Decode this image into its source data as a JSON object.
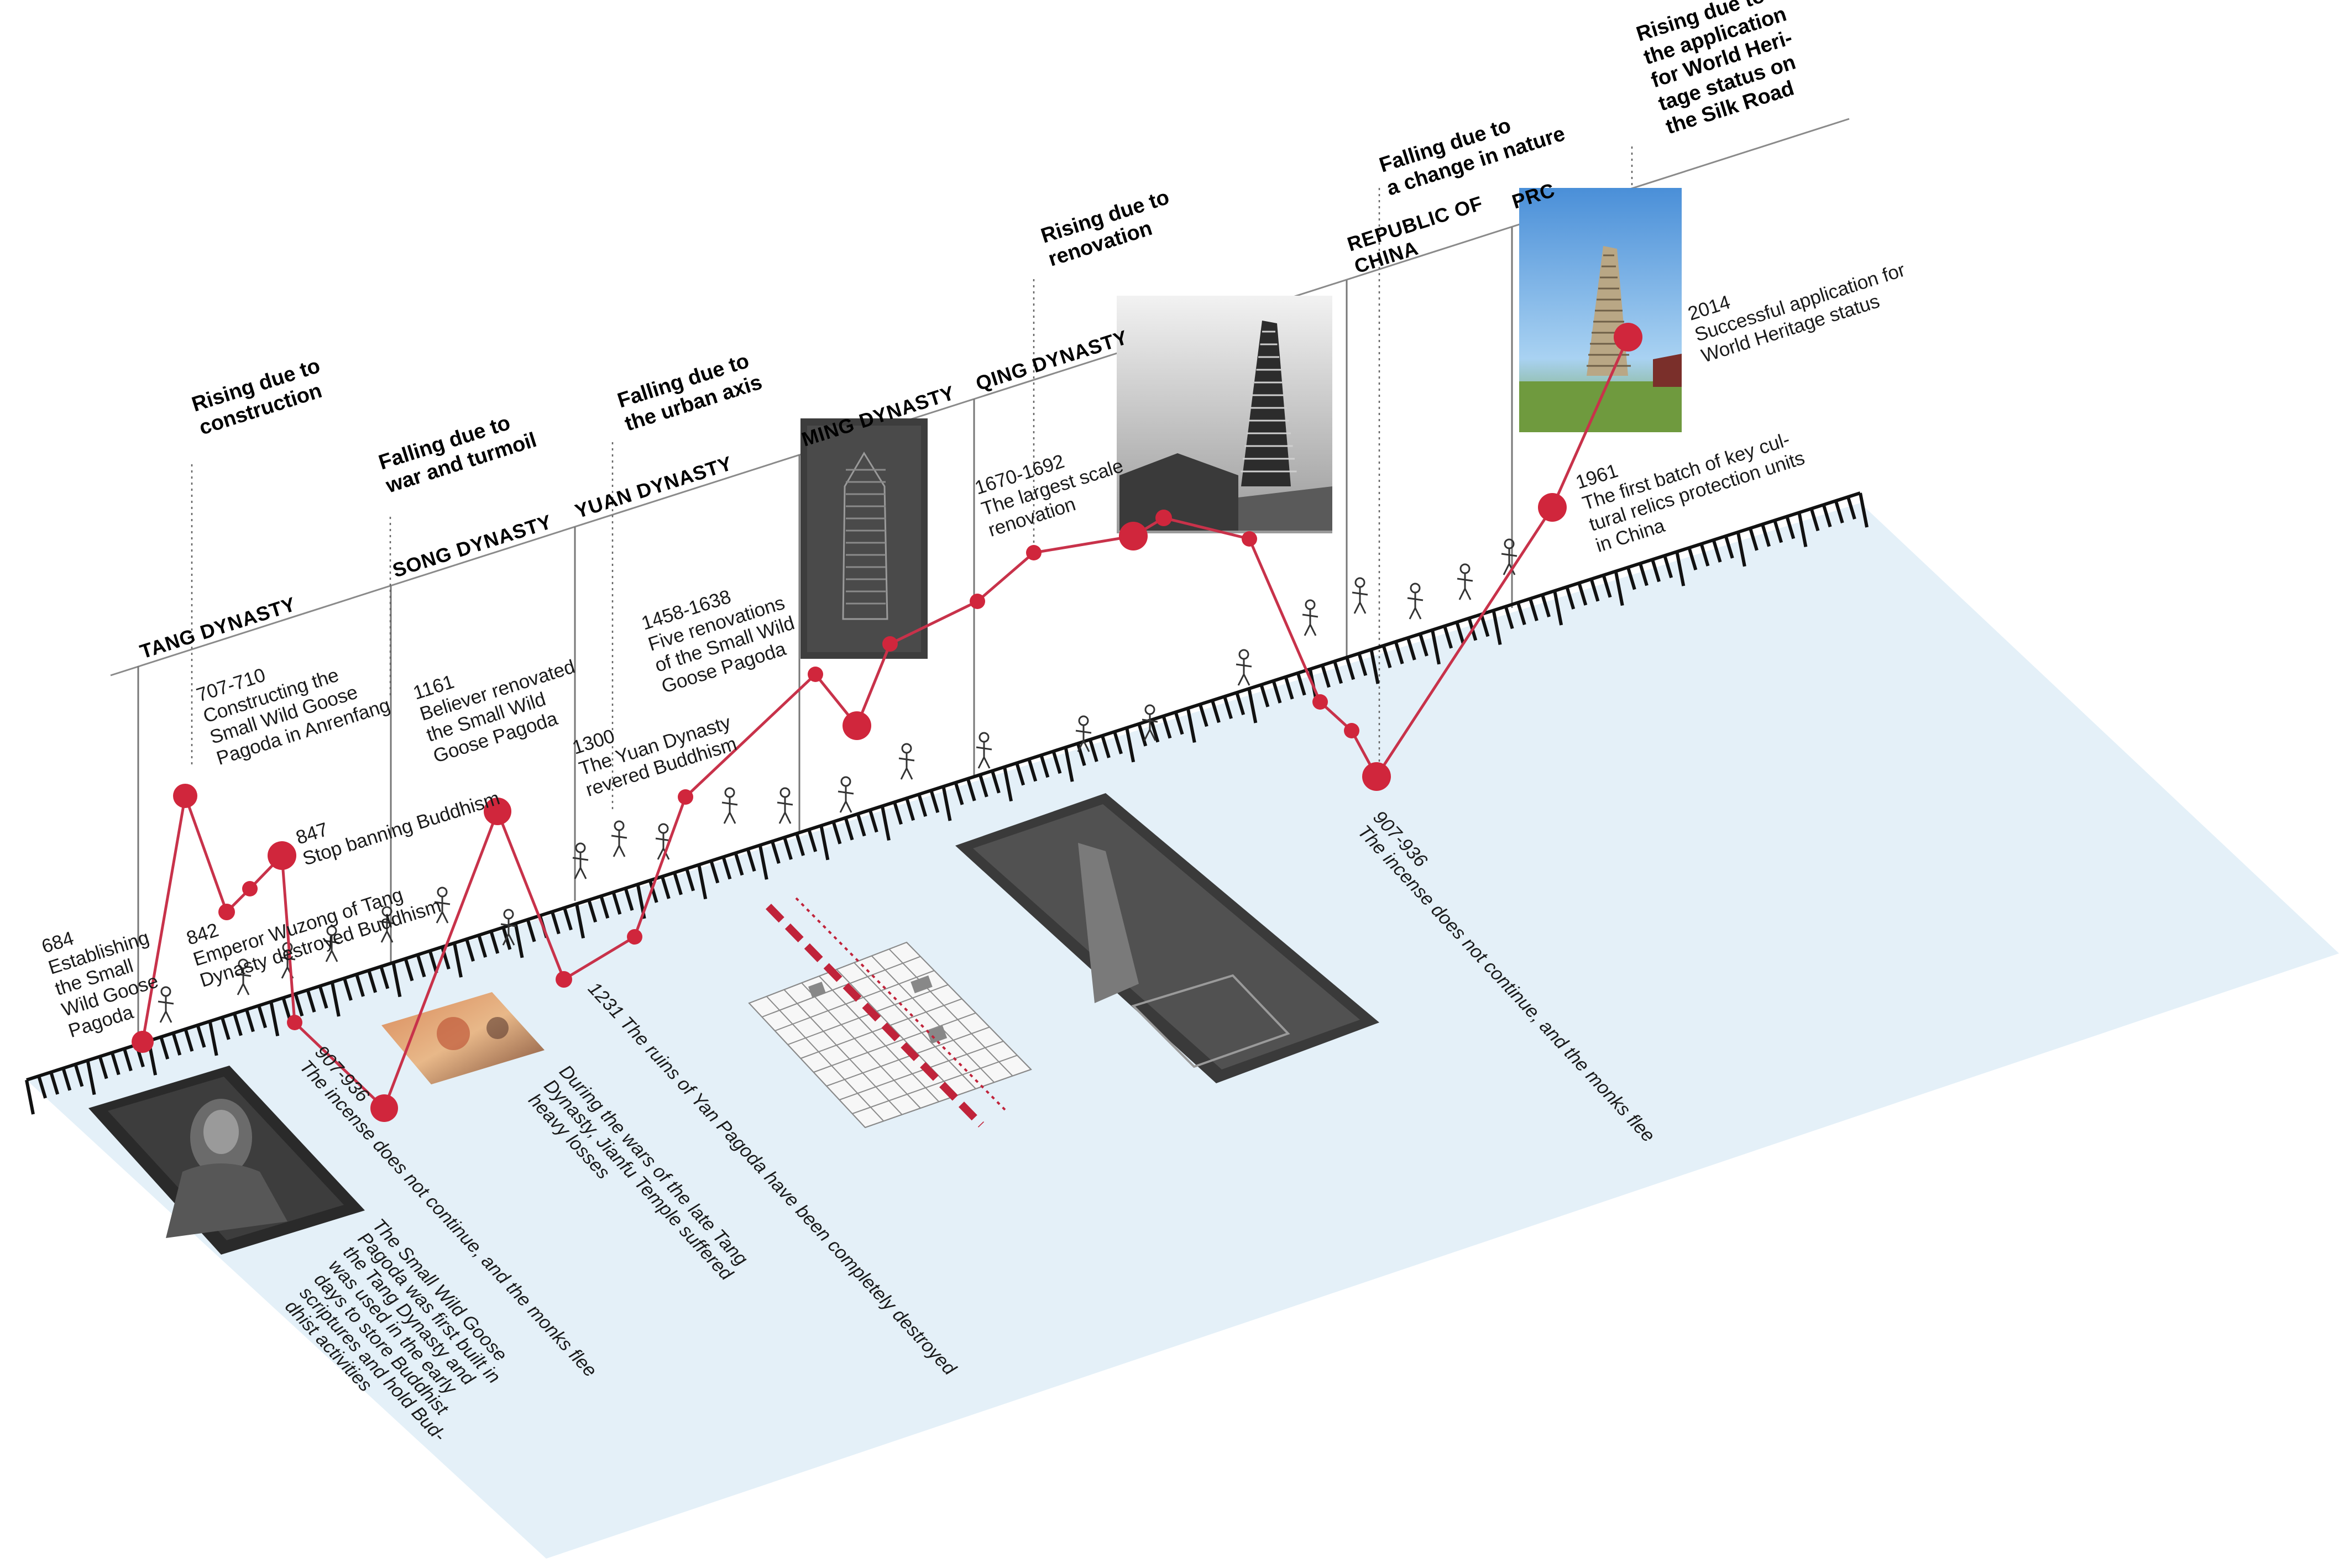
{
  "colors": {
    "plane": "#e4f0f8",
    "line": "#c8324a",
    "dot": "#d0263c",
    "axis": "#111111",
    "rule": "#999999"
  },
  "dynasties": [
    {
      "id": "tang",
      "label": "TANG DYNASTY"
    },
    {
      "id": "song",
      "label": "SONG DYNASTY"
    },
    {
      "id": "yuan",
      "label": "YUAN DYNASTY"
    },
    {
      "id": "ming",
      "label": "MING DYNASTY"
    },
    {
      "id": "qing",
      "label": "QING DYNASTY"
    },
    {
      "id": "roc",
      "label": [
        "REPUBLIC OF",
        "CHINA"
      ]
    },
    {
      "id": "prc",
      "label": "PRC"
    }
  ],
  "trends": [
    {
      "id": "construction",
      "lines": [
        "Rising due to",
        "construction"
      ]
    },
    {
      "id": "war",
      "lines": [
        "Falling due to",
        "war and turmoil"
      ]
    },
    {
      "id": "urban",
      "lines": [
        "Falling due to",
        "the urban axis"
      ]
    },
    {
      "id": "renovation",
      "lines": [
        "Rising due to",
        "renovation"
      ]
    },
    {
      "id": "nature",
      "lines": [
        "Falling due to",
        "a change in nature"
      ]
    },
    {
      "id": "heritage",
      "lines": [
        "Rising due to",
        "the application",
        "for World Heri-",
        "tage status on",
        "the Silk Road"
      ]
    }
  ],
  "events_upper": [
    {
      "id": "e684",
      "lines": [
        "684",
        "Establishing",
        "the Small",
        "Wild Goose",
        "Pagoda"
      ]
    },
    {
      "id": "e707",
      "lines": [
        "707-710",
        "Constructing the",
        "Small Wild Goose",
        "Pagoda in Anrenfang"
      ]
    },
    {
      "id": "e842",
      "lines": [
        "842",
        "Emperor Wuzong of Tang",
        "Dynasty destroyed Buddhism"
      ]
    },
    {
      "id": "e847",
      "lines": [
        "847",
        "Stop banning Buddhism"
      ]
    },
    {
      "id": "e1161",
      "lines": [
        "1161",
        "Believer renovated",
        "the Small Wild",
        "Goose Pagoda"
      ]
    },
    {
      "id": "e1300",
      "lines": [
        "1300",
        "The Yuan Dynasty",
        "revered Buddhism"
      ]
    },
    {
      "id": "e1458",
      "lines": [
        "1458-1638",
        "Five renovations",
        "of the Small Wild",
        "Goose Pagoda"
      ]
    },
    {
      "id": "e1670",
      "lines": [
        "1670-1692",
        "The largest scale",
        "renovation"
      ]
    },
    {
      "id": "e1961",
      "lines": [
        "1961",
        "The first batch of key cul-",
        "tural relics protection units",
        "in China"
      ]
    },
    {
      "id": "e2014",
      "lines": [
        "2014",
        "Successful application for",
        "World Heritage status"
      ]
    }
  ],
  "events_lower": [
    {
      "id": "l907a",
      "lines": [
        "907-936",
        "The incense does not continue, and the monks flee"
      ]
    },
    {
      "id": "lwars",
      "lines": [
        "During the wars of the late Tang",
        "Dynasty, Jianfu Temple suffered",
        "heavy losses"
      ]
    },
    {
      "id": "l1231",
      "lines": [
        "1231 The ruins of Yan Pagoda have been completely destroyed"
      ]
    },
    {
      "id": "l907b",
      "lines": [
        "907-936",
        "The incense does not continue, and the monks flee"
      ]
    },
    {
      "id": "lfirst",
      "lines": [
        "The Small Wild Goose",
        "Pagoda was first built in",
        "the Tang Dynasty and",
        "was used in the early",
        "days to store Buddhist",
        "scriptures and hold Bud-",
        "dhist activities"
      ]
    }
  ],
  "icons": {
    "photos": [
      "portrait-image",
      "fire-painting-image",
      "city-plan-image",
      "ming-rubbing-image",
      "temple-rubbing-image",
      "pagoda-photo-bw",
      "pagoda-photo-color"
    ],
    "figures": "procession-figures"
  }
}
